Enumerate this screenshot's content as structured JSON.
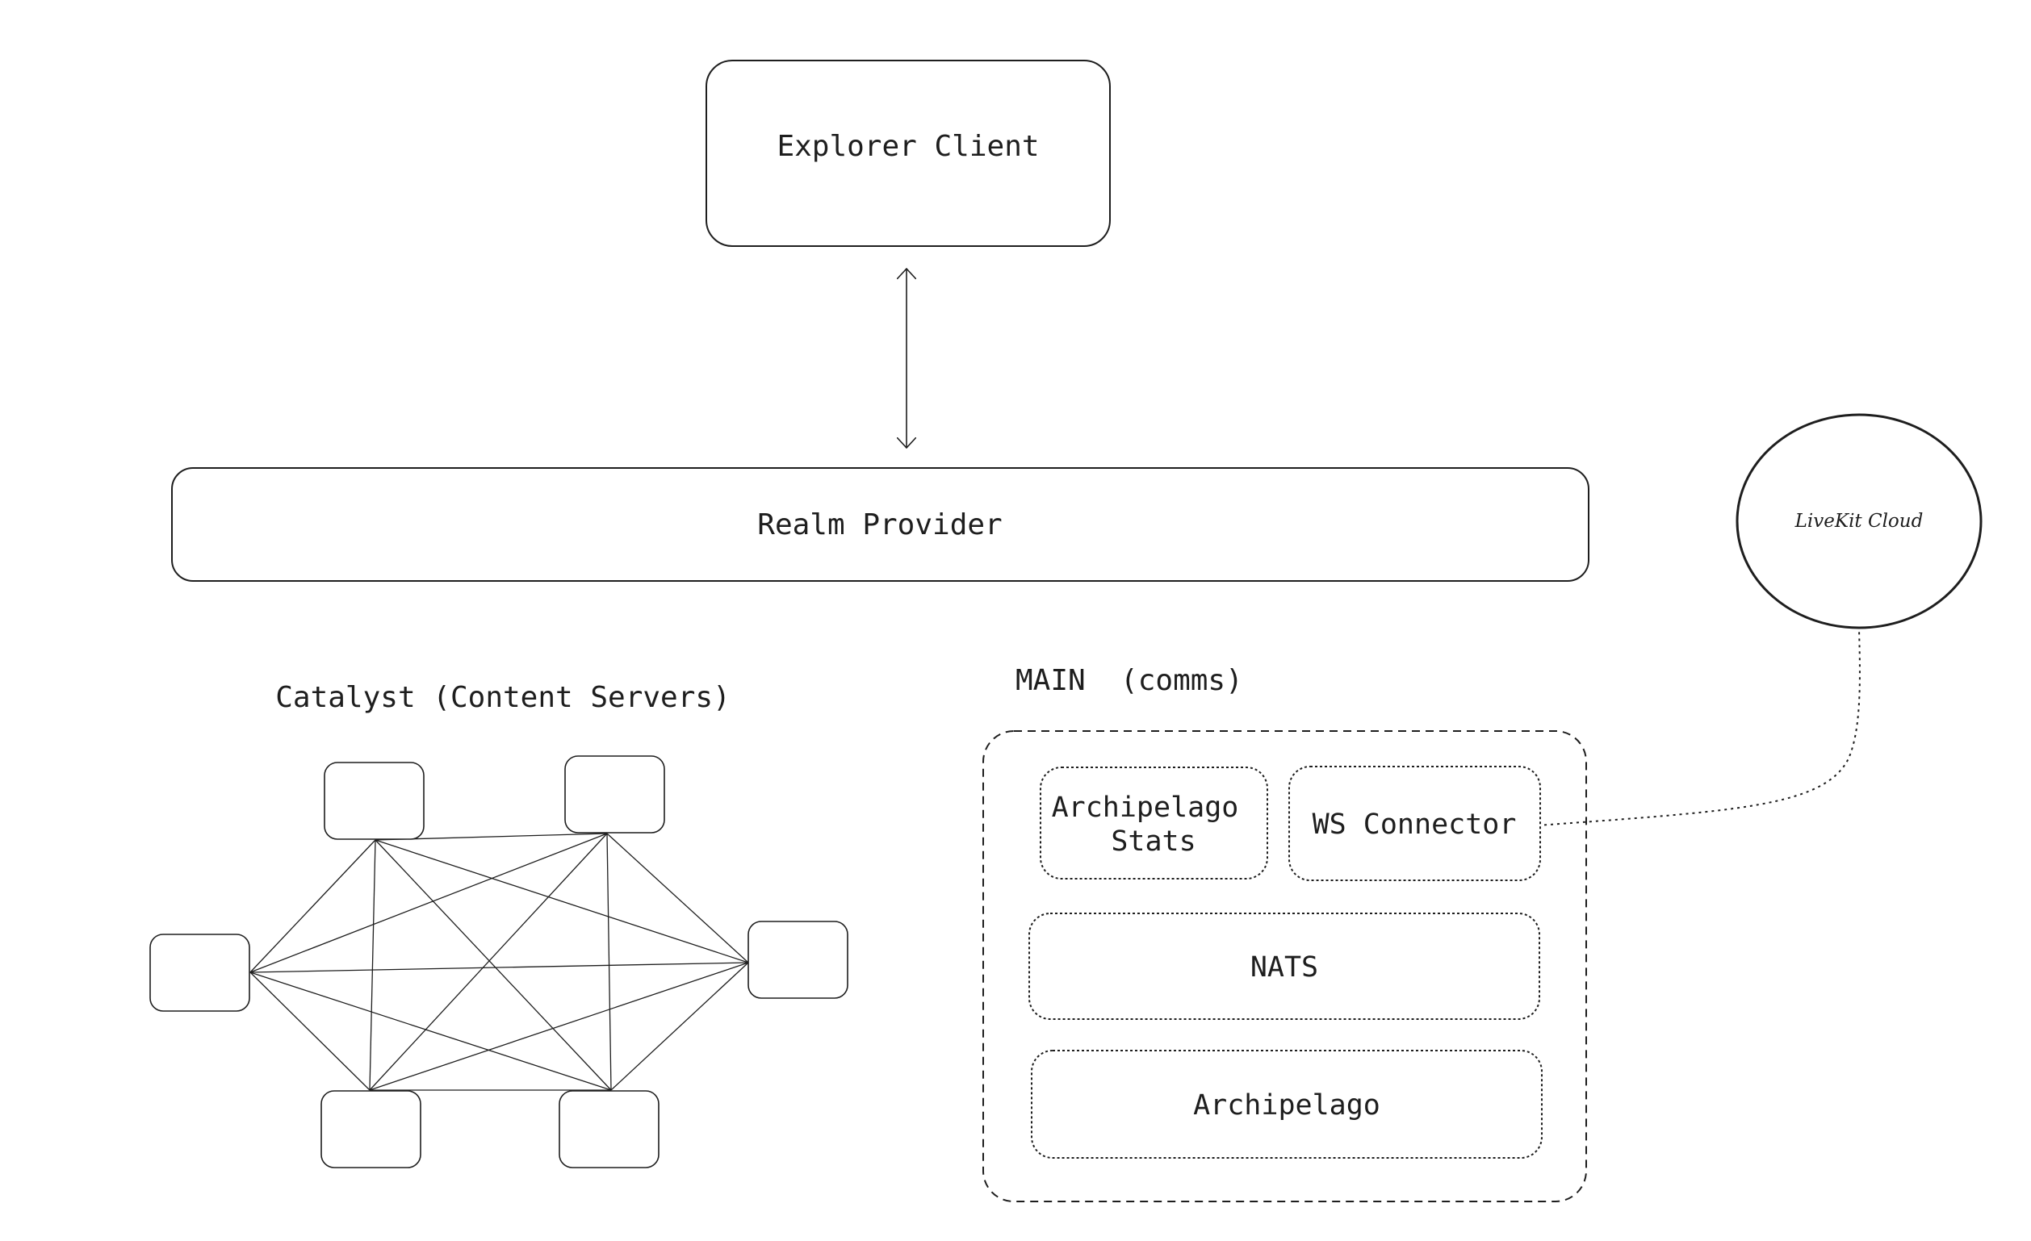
{
  "diagram": {
    "explorer_client": {
      "label": "Explorer Client"
    },
    "realm_provider": {
      "label": "Realm Provider"
    },
    "livekit_cloud": {
      "label": "LiveKit Cloud"
    },
    "catalyst": {
      "title": "Catalyst (Content Servers)",
      "node_count": 6
    },
    "main_comms": {
      "title": "MAIN  (comms)",
      "archipelago_stats": {
        "line1": "Archipelago",
        "line2": "Stats"
      },
      "ws_connector": {
        "label": "WS Connector"
      },
      "nats": {
        "label": "NATS"
      },
      "archipelago": {
        "label": "Archipelago"
      }
    },
    "connections": [
      {
        "from": "Explorer Client",
        "to": "Realm Provider",
        "style": "bidirectional-arrow"
      },
      {
        "from": "WS Connector",
        "to": "LiveKit Cloud",
        "style": "dotted"
      },
      {
        "from": "Catalyst nodes",
        "to": "Catalyst nodes",
        "style": "full-mesh"
      }
    ]
  }
}
